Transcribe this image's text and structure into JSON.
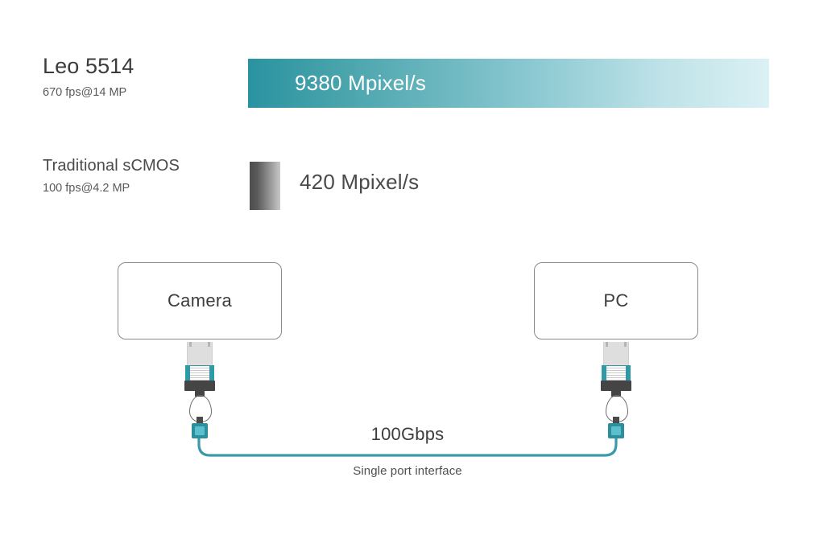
{
  "comparison": {
    "rows": [
      {
        "title": "Leo 5514",
        "subtitle": "670 fps@14 MP",
        "value": "9380 Mpixel/s",
        "bar_style": "teal-gradient",
        "bar_color_start": "#2a93a0",
        "bar_color_end": "#dbf1f4"
      },
      {
        "title": "Traditional sCMOS",
        "subtitle": "100 fps@4.2 MP",
        "value": "420 Mpixel/s",
        "bar_style": "gray-gradient",
        "bar_color_start": "#4d4d4d",
        "bar_color_end": "#c6c6c6"
      }
    ]
  },
  "diagram": {
    "nodes": [
      {
        "label": "Camera"
      },
      {
        "label": "PC"
      }
    ],
    "cable": {
      "speed": "100Gbps",
      "caption": "Single port interface",
      "color": "#3a9aa8"
    },
    "connector_icon": "fiber-transceiver-icon",
    "plug_icon": "fiber-plug-icon"
  },
  "chart_data": {
    "type": "bar",
    "title": "",
    "categories": [
      "Leo 5514",
      "Traditional sCMOS"
    ],
    "values": [
      9380,
      420
    ],
    "value_labels": [
      "9380 Mpixel/s",
      "420 Mpixel/s"
    ],
    "sublabels": [
      "670 fps@14 MP",
      "100 fps@4.2 MP"
    ],
    "unit": "Mpixel/s",
    "xlabel": "",
    "ylabel": "",
    "xlim": [
      0,
      9380
    ],
    "grid": false,
    "legend": "none",
    "orientation": "horizontal"
  }
}
